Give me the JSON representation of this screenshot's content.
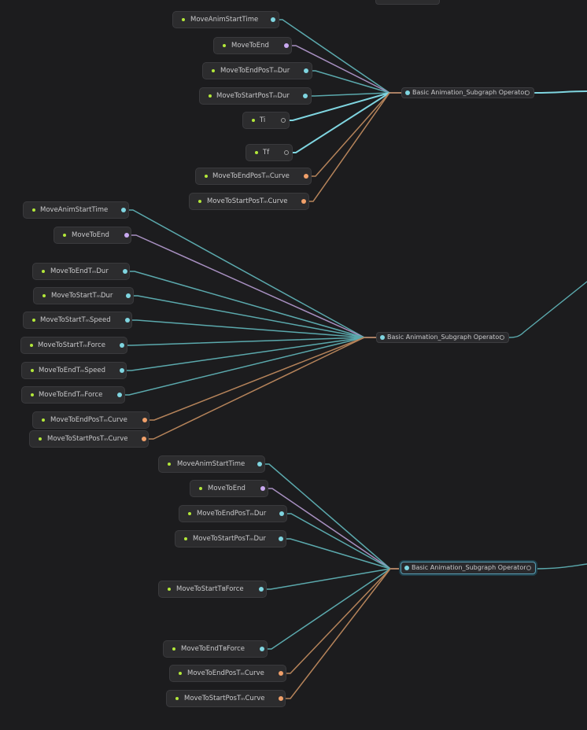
{
  "colors": {
    "background": "#1c1c1e",
    "wire_float": "#5ba9ad",
    "wire_bool": "#a78fc0",
    "wire_curve": "#b5835a",
    "wire_output": "#7fd5e0",
    "port_float": "#7fd5e0",
    "port_bool": "#c9a9f0",
    "port_curve": "#f0a06a",
    "port_input": "#b3e83a"
  },
  "graph": {
    "operators": [
      {
        "id": "op1",
        "label": "Basic Animation_Subgraph Operator"
      },
      {
        "id": "op2",
        "label": "Basic Animation_Subgraph Operator"
      },
      {
        "id": "op3",
        "label": "Basic Animation_Subgraph Operator",
        "selected": true
      }
    ],
    "groups": [
      {
        "operator": "op1",
        "nodes": [
          {
            "label": "MoveAnimStartTime",
            "type": "float"
          },
          {
            "label": "MoveToEnd",
            "type": "bool"
          },
          {
            "label": "MoveToEndPosTₘDur",
            "type": "float"
          },
          {
            "label": "MoveToStartPosTₘDur",
            "type": "float"
          },
          {
            "label": "Ti",
            "type": "ring"
          },
          {
            "label": "Tf",
            "type": "ring"
          },
          {
            "label": "MoveToEndPosTₘCurve",
            "type": "curve"
          },
          {
            "label": "MoveToStartPosTₘCurve",
            "type": "curve"
          }
        ]
      },
      {
        "operator": "op2",
        "nodes": [
          {
            "label": "MoveAnimStartTime",
            "type": "float"
          },
          {
            "label": "MoveToEnd",
            "type": "bool"
          },
          {
            "label": "MoveToEndTₘDur",
            "type": "float"
          },
          {
            "label": "MoveToStartTₘDur",
            "type": "float"
          },
          {
            "label": "MoveToStartTₘSpeed",
            "type": "float"
          },
          {
            "label": "MoveToStartTₘForce",
            "type": "float"
          },
          {
            "label": "MoveToEndTₘSpeed",
            "type": "float"
          },
          {
            "label": "MoveToEndTₘForce",
            "type": "float"
          },
          {
            "label": "MoveToEndPosTₘCurve",
            "type": "curve"
          },
          {
            "label": "MoveToStartPosTₘCurve",
            "type": "curve"
          }
        ]
      },
      {
        "operator": "op3",
        "nodes": [
          {
            "label": "MoveAnimStartTime",
            "type": "float"
          },
          {
            "label": "MoveToEnd",
            "type": "bool"
          },
          {
            "label": "MoveToEndPosTₘDur",
            "type": "float"
          },
          {
            "label": "MoveToStartPosTₘDur",
            "type": "float"
          },
          {
            "label": "MoveToStartTʙForce",
            "type": "float"
          },
          {
            "label": "MoveToEndTʙForce",
            "type": "float"
          },
          {
            "label": "MoveToEndPosTₘCurve",
            "type": "curve"
          },
          {
            "label": "MoveToStartPosTₘCurve",
            "type": "curve"
          }
        ]
      }
    ]
  }
}
